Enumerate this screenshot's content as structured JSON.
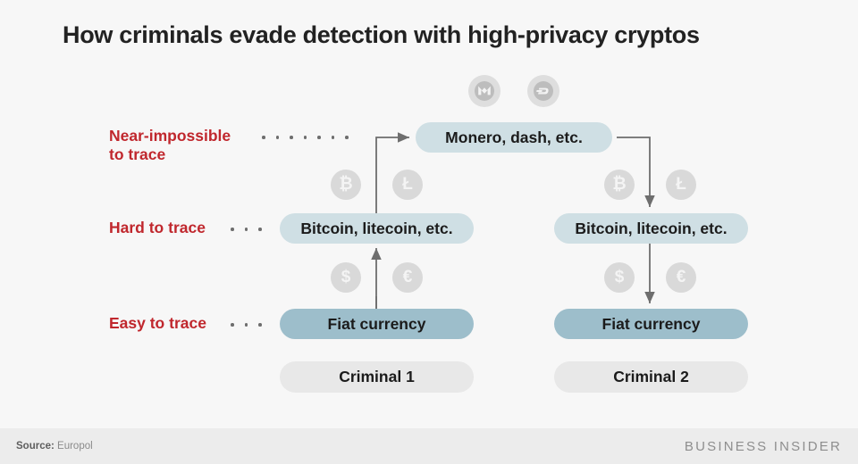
{
  "title": "How criminals evade detection with high-privacy cryptos",
  "colors": {
    "background": "#f7f7f7",
    "accent_red": "#c0272d",
    "crypto_pill": "#cfdfe4",
    "fiat_pill": "#9dbecb",
    "actor_pill": "#e8e8e8",
    "coin_badge": "#d9d9d9",
    "arrow": "#6e6e6e",
    "footer_band": "#ececec"
  },
  "header_logos": [
    {
      "name": "monero-logo",
      "label": "M"
    },
    {
      "name": "dash-logo",
      "label": "D"
    }
  ],
  "row_labels": [
    {
      "text": "Near-impossible\nto trace",
      "dots": 7
    },
    {
      "text": "Hard to trace",
      "dots": 3
    },
    {
      "text": "Easy to trace",
      "dots": 3
    }
  ],
  "nodes": {
    "privacy_coin": "Monero, dash, etc.",
    "left_crypto": "Bitcoin, litecoin, etc.",
    "right_crypto": "Bitcoin, litecoin, etc.",
    "left_fiat": "Fiat currency",
    "right_fiat": "Fiat currency",
    "left_actor": "Criminal 1",
    "right_actor": "Criminal 2"
  },
  "coins": {
    "bitcoin": "₿",
    "litecoin": "Ł",
    "dollar": "$",
    "euro": "€"
  },
  "footer": {
    "source_label": "Source:",
    "source_value": "Europol",
    "brand": "BUSINESS INSIDER"
  }
}
